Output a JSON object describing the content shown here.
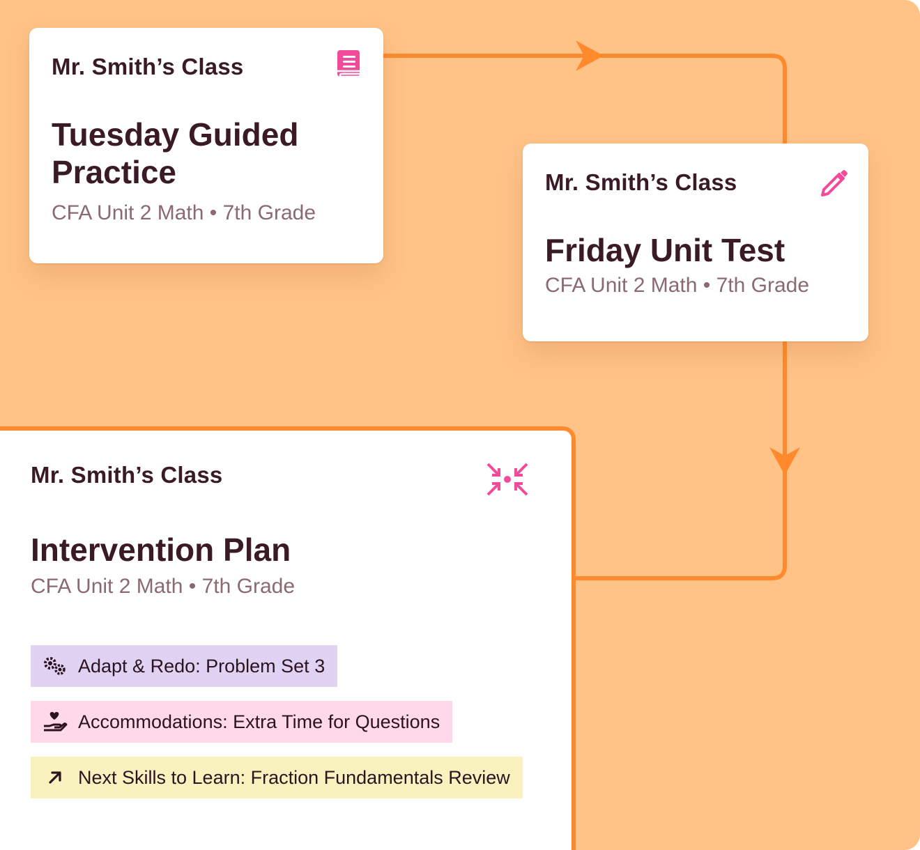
{
  "colors": {
    "background": "#FFC287",
    "connector": "#FF8A2E",
    "accent_pink": "#F24B9A",
    "title_text": "#3A1A27",
    "subtitle_text": "#8A6A70"
  },
  "cards": [
    {
      "class_name": "Mr. Smith’s Class",
      "title": "Tuesday Guided Practice",
      "subtitle": "CFA Unit 2 Math • 7th Grade",
      "icon": "book-icon"
    },
    {
      "class_name": "Mr. Smith’s Class",
      "title": "Friday Unit Test",
      "subtitle": "CFA Unit 2 Math • 7th Grade",
      "icon": "pencil-icon"
    },
    {
      "class_name": "Mr. Smith’s Class",
      "title": "Intervention Plan",
      "subtitle": "CFA Unit 2 Math • 7th Grade",
      "icon": "converge-arrows-icon",
      "actions": [
        {
          "label": "Adapt & Redo: Problem Set 3",
          "icon": "gears-icon",
          "color": "#E0D2F2"
        },
        {
          "label": "Accommodations: Extra Time for Questions",
          "icon": "hand-heart-icon",
          "color": "#FFD9EA"
        },
        {
          "label": "Next Skills to Learn: Fraction Fundamentals Review",
          "icon": "arrow-up-right-icon",
          "color": "#FAF2BE"
        }
      ]
    }
  ]
}
